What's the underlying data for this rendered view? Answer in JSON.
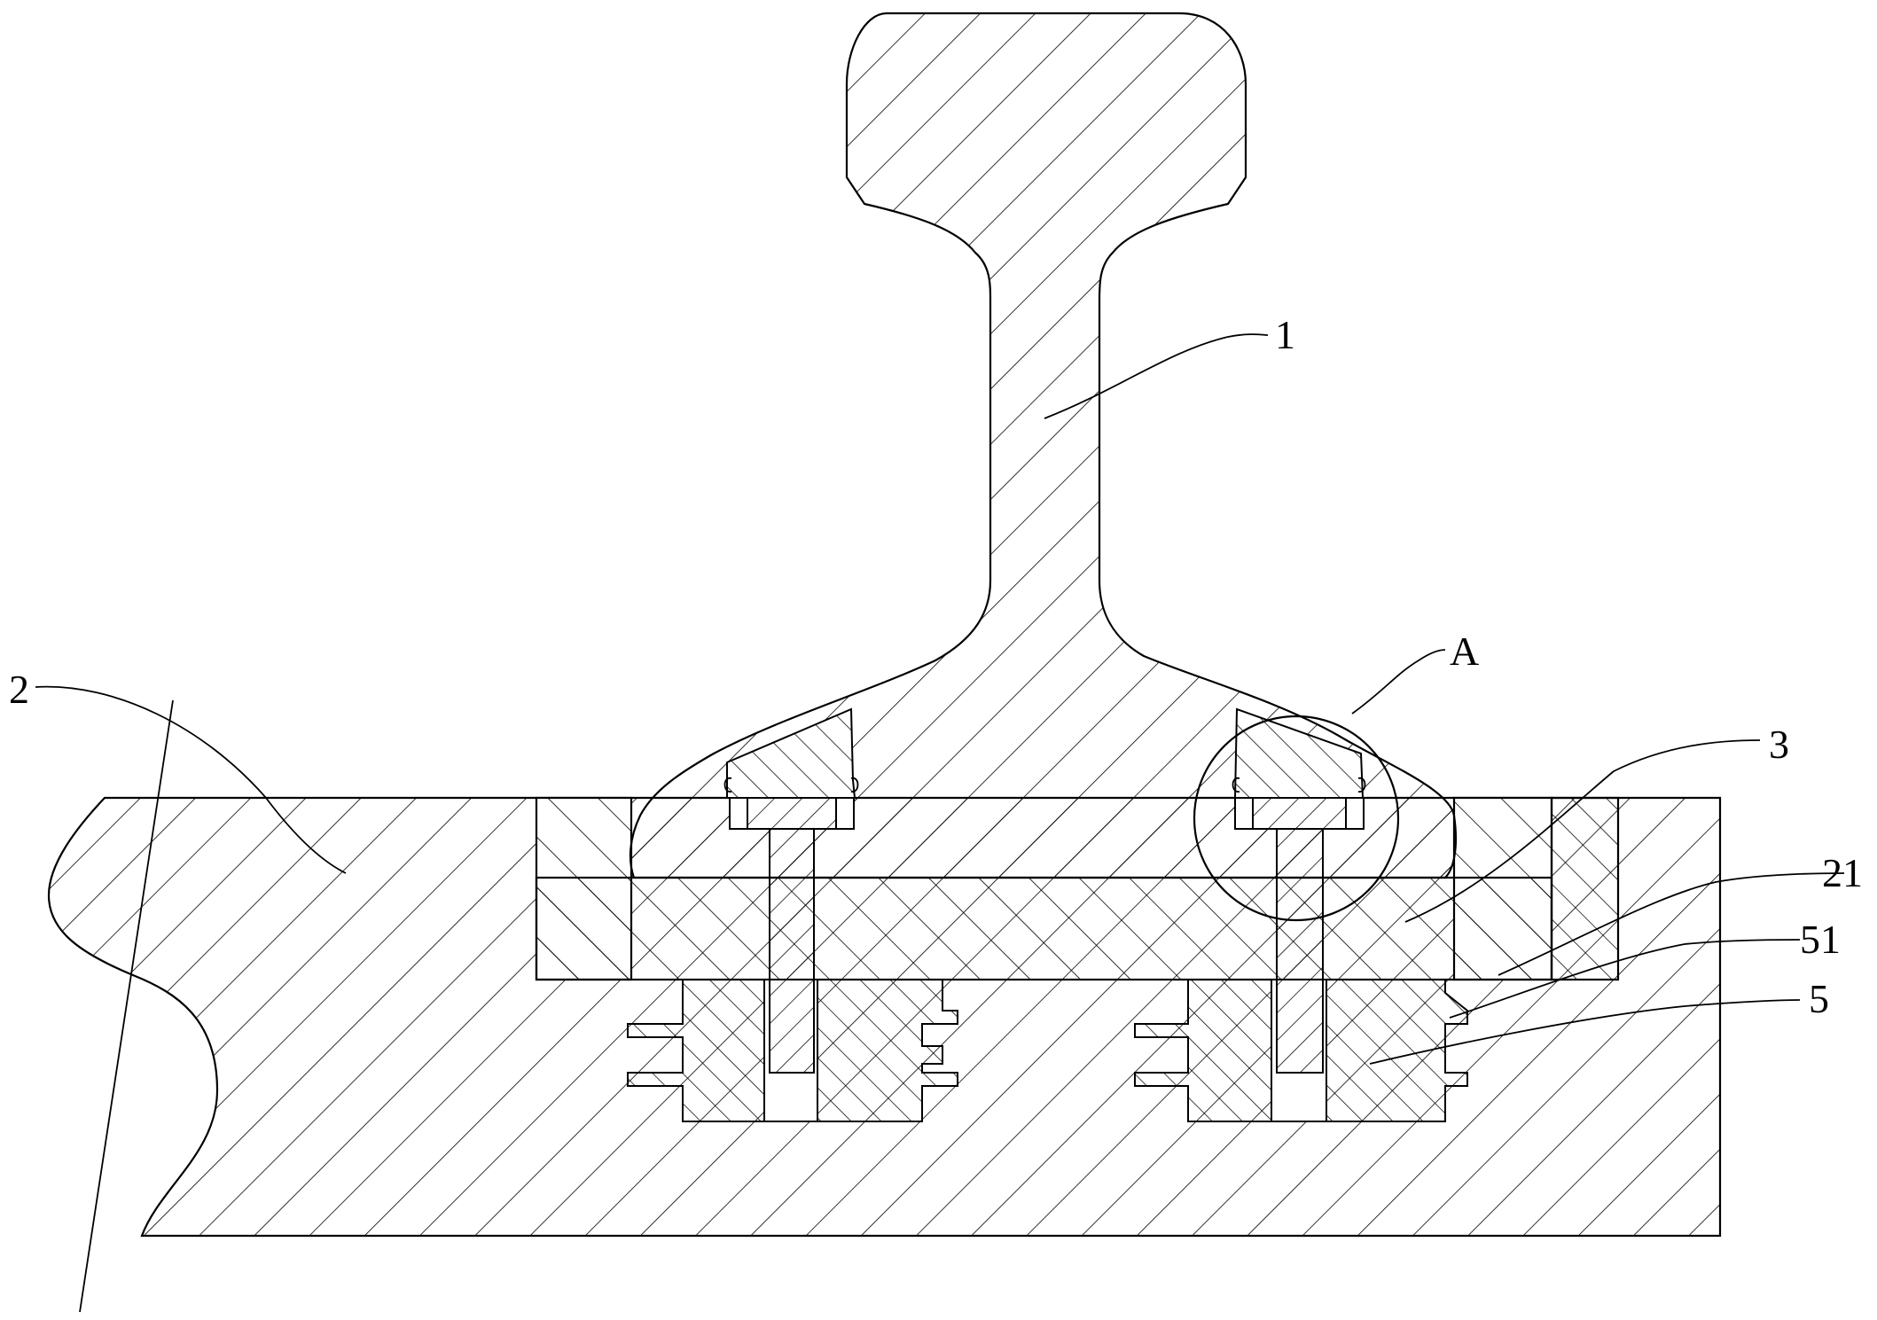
{
  "drawing": {
    "labels": {
      "rail": "1",
      "base": "2",
      "pad": "3",
      "groove": "21",
      "insert_flange": "51",
      "insert": "5",
      "detail": "A"
    }
  }
}
